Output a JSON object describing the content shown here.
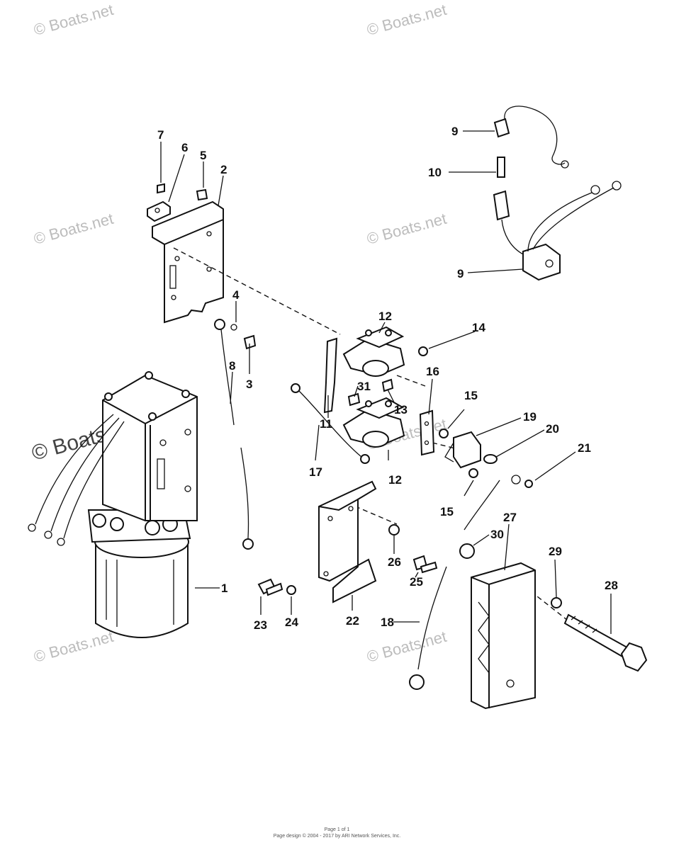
{
  "watermark": {
    "text": "© Boats.net"
  },
  "callouts": [
    {
      "id": "1",
      "label": "1"
    },
    {
      "id": "2",
      "label": "2"
    },
    {
      "id": "3",
      "label": "3"
    },
    {
      "id": "4",
      "label": "4"
    },
    {
      "id": "5",
      "label": "5"
    },
    {
      "id": "6",
      "label": "6"
    },
    {
      "id": "7",
      "label": "7"
    },
    {
      "id": "8",
      "label": "8"
    },
    {
      "id": "9a",
      "label": "9"
    },
    {
      "id": "9b",
      "label": "9"
    },
    {
      "id": "10",
      "label": "10"
    },
    {
      "id": "11",
      "label": "11"
    },
    {
      "id": "12a",
      "label": "12"
    },
    {
      "id": "12b",
      "label": "12"
    },
    {
      "id": "13",
      "label": "13"
    },
    {
      "id": "14",
      "label": "14"
    },
    {
      "id": "15a",
      "label": "15"
    },
    {
      "id": "15b",
      "label": "15"
    },
    {
      "id": "16",
      "label": "16"
    },
    {
      "id": "17",
      "label": "17"
    },
    {
      "id": "18",
      "label": "18"
    },
    {
      "id": "19",
      "label": "19"
    },
    {
      "id": "20",
      "label": "20"
    },
    {
      "id": "21",
      "label": "21"
    },
    {
      "id": "22",
      "label": "22"
    },
    {
      "id": "23",
      "label": "23"
    },
    {
      "id": "24",
      "label": "24"
    },
    {
      "id": "25",
      "label": "25"
    },
    {
      "id": "26",
      "label": "26"
    },
    {
      "id": "27",
      "label": "27"
    },
    {
      "id": "28",
      "label": "28"
    },
    {
      "id": "29",
      "label": "29"
    },
    {
      "id": "30",
      "label": "30"
    },
    {
      "id": "31",
      "label": "31"
    }
  ],
  "footer": {
    "line1": "Page 1 of 1",
    "line2": "Page design © 2004 - 2017 by ARI Network Services, Inc."
  }
}
